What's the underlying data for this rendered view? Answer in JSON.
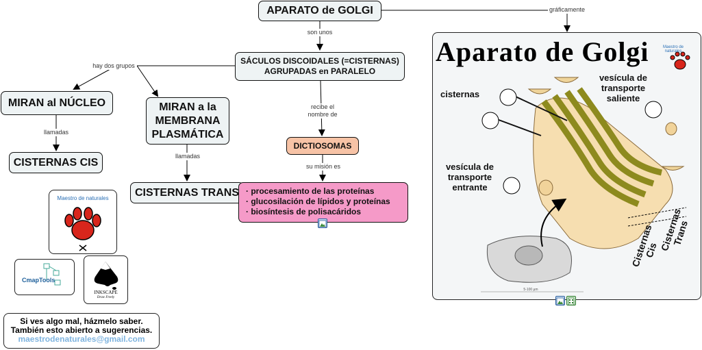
{
  "nodes": {
    "title": "APARATO de GOLGI",
    "saculos": "SÁCULOS DISCOIDALES (=CISTERNAS)\nAGRUPADAS en PARALELO",
    "miran_nucleo": "MIRAN al NÚCLEO",
    "miran_membrana": "MIRAN a la\nMEMBRANA\nPLASMÁTICA",
    "cisternas_cis": "CISTERNAS CIS",
    "cisternas_trans": "CISTERNAS TRANS",
    "dictiosomas": "DICTIOSOMAS",
    "funciones": [
      "procesamiento de las proteínas",
      "glucosilación de lípidos y proteínas",
      "biosíntesis de polisacáridos"
    ]
  },
  "links": {
    "graficamente": "gráficamente",
    "son_unos": "son unos",
    "hay_dos_grupos": "hay dos grupos",
    "llamadas_1": "llamadas",
    "llamadas_2": "llamadas",
    "recibe_nombre": "recibe el\nnombre de",
    "su_mision": "su misión es"
  },
  "illustration": {
    "title": "Aparato de Golgi",
    "cisternas": "cisternas",
    "vesicula_saliente": "vesícula de\ntransporte\nsaliente",
    "vesicula_entrante": "vesícula de\ntransporte\nentrante",
    "cisternas_cis": "Cisternas\nCis",
    "cisternas_trans": "Cisternas\nTrans",
    "logo_text": "Maestro de naturales",
    "scale": "5-100 µm"
  },
  "logos": {
    "maestro": "Maestro de naturales",
    "cmap": "CmapTools",
    "inkscape": "INKSCAPE",
    "inkscape_sub": "Draw Freely"
  },
  "contact": {
    "line1": "Si ves algo mal, házmelo saber.",
    "line2": "También esto abierto a sugerencias.",
    "email": "maestrodenaturales@gmail.com"
  },
  "colors": {
    "node_bg": "#eef3f4",
    "dictiosomas_bg": "#f7c3a6",
    "funciones_bg": "#f59ac8",
    "golgi_olive": "#8d8a1e",
    "golgi_cream": "#f6deb0",
    "email": "#7fb4df",
    "paw_red": "#d8261c"
  }
}
